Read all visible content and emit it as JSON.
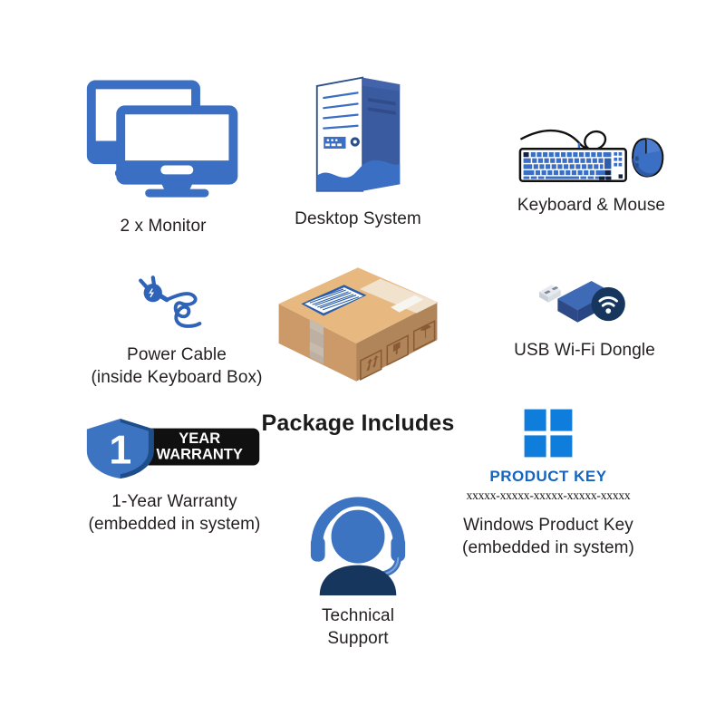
{
  "page": {
    "title": "Package Includes",
    "background_color": "#ffffff",
    "accent_blue": "#3b6fc4",
    "dark_navy": "#1b3f66",
    "windows_blue": "#0f7ddb",
    "product_key_blue": "#1565c0"
  },
  "items": {
    "monitor": {
      "icon": "dual-monitor-icon",
      "label": "2 x Monitor"
    },
    "desktop": {
      "icon": "desktop-tower-icon",
      "label": "Desktop System"
    },
    "keyboard_mouse": {
      "icon": "keyboard-mouse-icon",
      "label": "Keyboard & Mouse"
    },
    "power_cable": {
      "icon": "power-plug-cable-icon",
      "label_line1": "Power Cable",
      "label_line2": "(inside Keyboard Box)"
    },
    "package_box": {
      "icon": "cardboard-box-icon",
      "label": "Package Includes"
    },
    "usb_dongle": {
      "icon": "usb-wifi-dongle-icon",
      "label": "USB Wi-Fi Dongle"
    },
    "warranty": {
      "icon": "warranty-shield-icon",
      "badge_number": "1",
      "badge_line1": "YEAR",
      "badge_line2": "WARRANTY",
      "label_line1": "1-Year Warranty",
      "label_line2": "(embedded in system)"
    },
    "technical_support": {
      "icon": "headset-support-icon",
      "label_line1": "Technical",
      "label_line2": "Support"
    },
    "product_key": {
      "icon": "windows-logo-icon",
      "key_title": "PRODUCT KEY",
      "key_code": "xxxxx-xxxxx-xxxxx-xxxxx-xxxxx",
      "label_line1": "Windows Product Key",
      "label_line2": "(embedded in system)"
    }
  }
}
